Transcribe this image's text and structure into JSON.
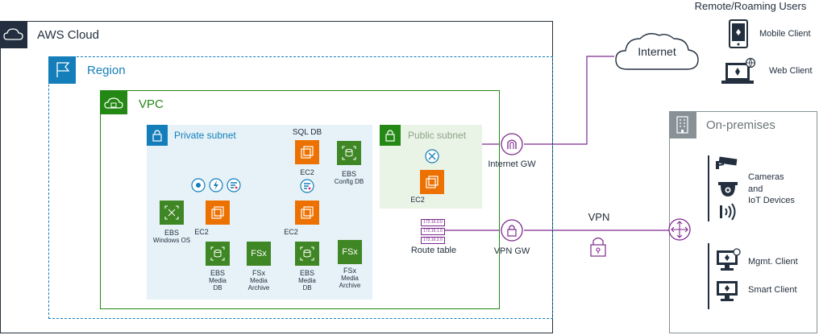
{
  "groups": {
    "aws_cloud": "AWS Cloud",
    "region": "Region",
    "vpc": "VPC",
    "private_subnet": "Private subnet",
    "public_subnet": "Public subnet",
    "on_premises": "On-premises",
    "remote_users": "Remote/Roaming Users"
  },
  "nodes": {
    "sql_db": "SQL DB",
    "ec2_sql": "EC2",
    "ebs_config_1": "EBS",
    "ebs_config_2": "Config DB",
    "ebs_windows_1": "EBS",
    "ebs_windows_2": "Windows OS",
    "ec2_left": "EC2",
    "ec2_mid": "EC2",
    "ebs_media_left_1": "EBS",
    "ebs_media_left_2": "Media",
    "ebs_media_left_3": "DB",
    "fsx_left_1": "FSx",
    "fsx_left_2": "Media",
    "fsx_left_3": "Archive",
    "ebs_media_mid_1": "EBS",
    "ebs_media_mid_2": "Media",
    "ebs_media_mid_3": "DB",
    "fsx_right_1": "FSx",
    "fsx_right_2": "Media",
    "fsx_right_3": "Archive",
    "ec2_public": "EC2",
    "internet_gw": "Internet GW",
    "vpn_gw": "VPN GW",
    "route_table": "Route table",
    "route_rows": [
      "172.16.0.0",
      "172.16.1.0",
      "172.16.2.0"
    ],
    "internet": "Internet",
    "vpn": "VPN",
    "mobile_client": "Mobile Client",
    "web_client": "Web Client",
    "cameras_1": "Cameras",
    "cameras_2": "and",
    "cameras_3": "IoT Devices",
    "mgmt_client": "Mgmt. Client",
    "smart_client": "Smart Client",
    "fsx_glyph": "FSx"
  },
  "colors": {
    "aws_dark": "#232f3e",
    "region_blue": "#147eba",
    "vpc_green": "#248814",
    "subnet_blue": "#e6f2f8",
    "subnet_green": "#e9f3e6",
    "compute_orange": "#ed7100",
    "storage_green": "#3f8624",
    "link_purple": "#7d2a8f"
  }
}
